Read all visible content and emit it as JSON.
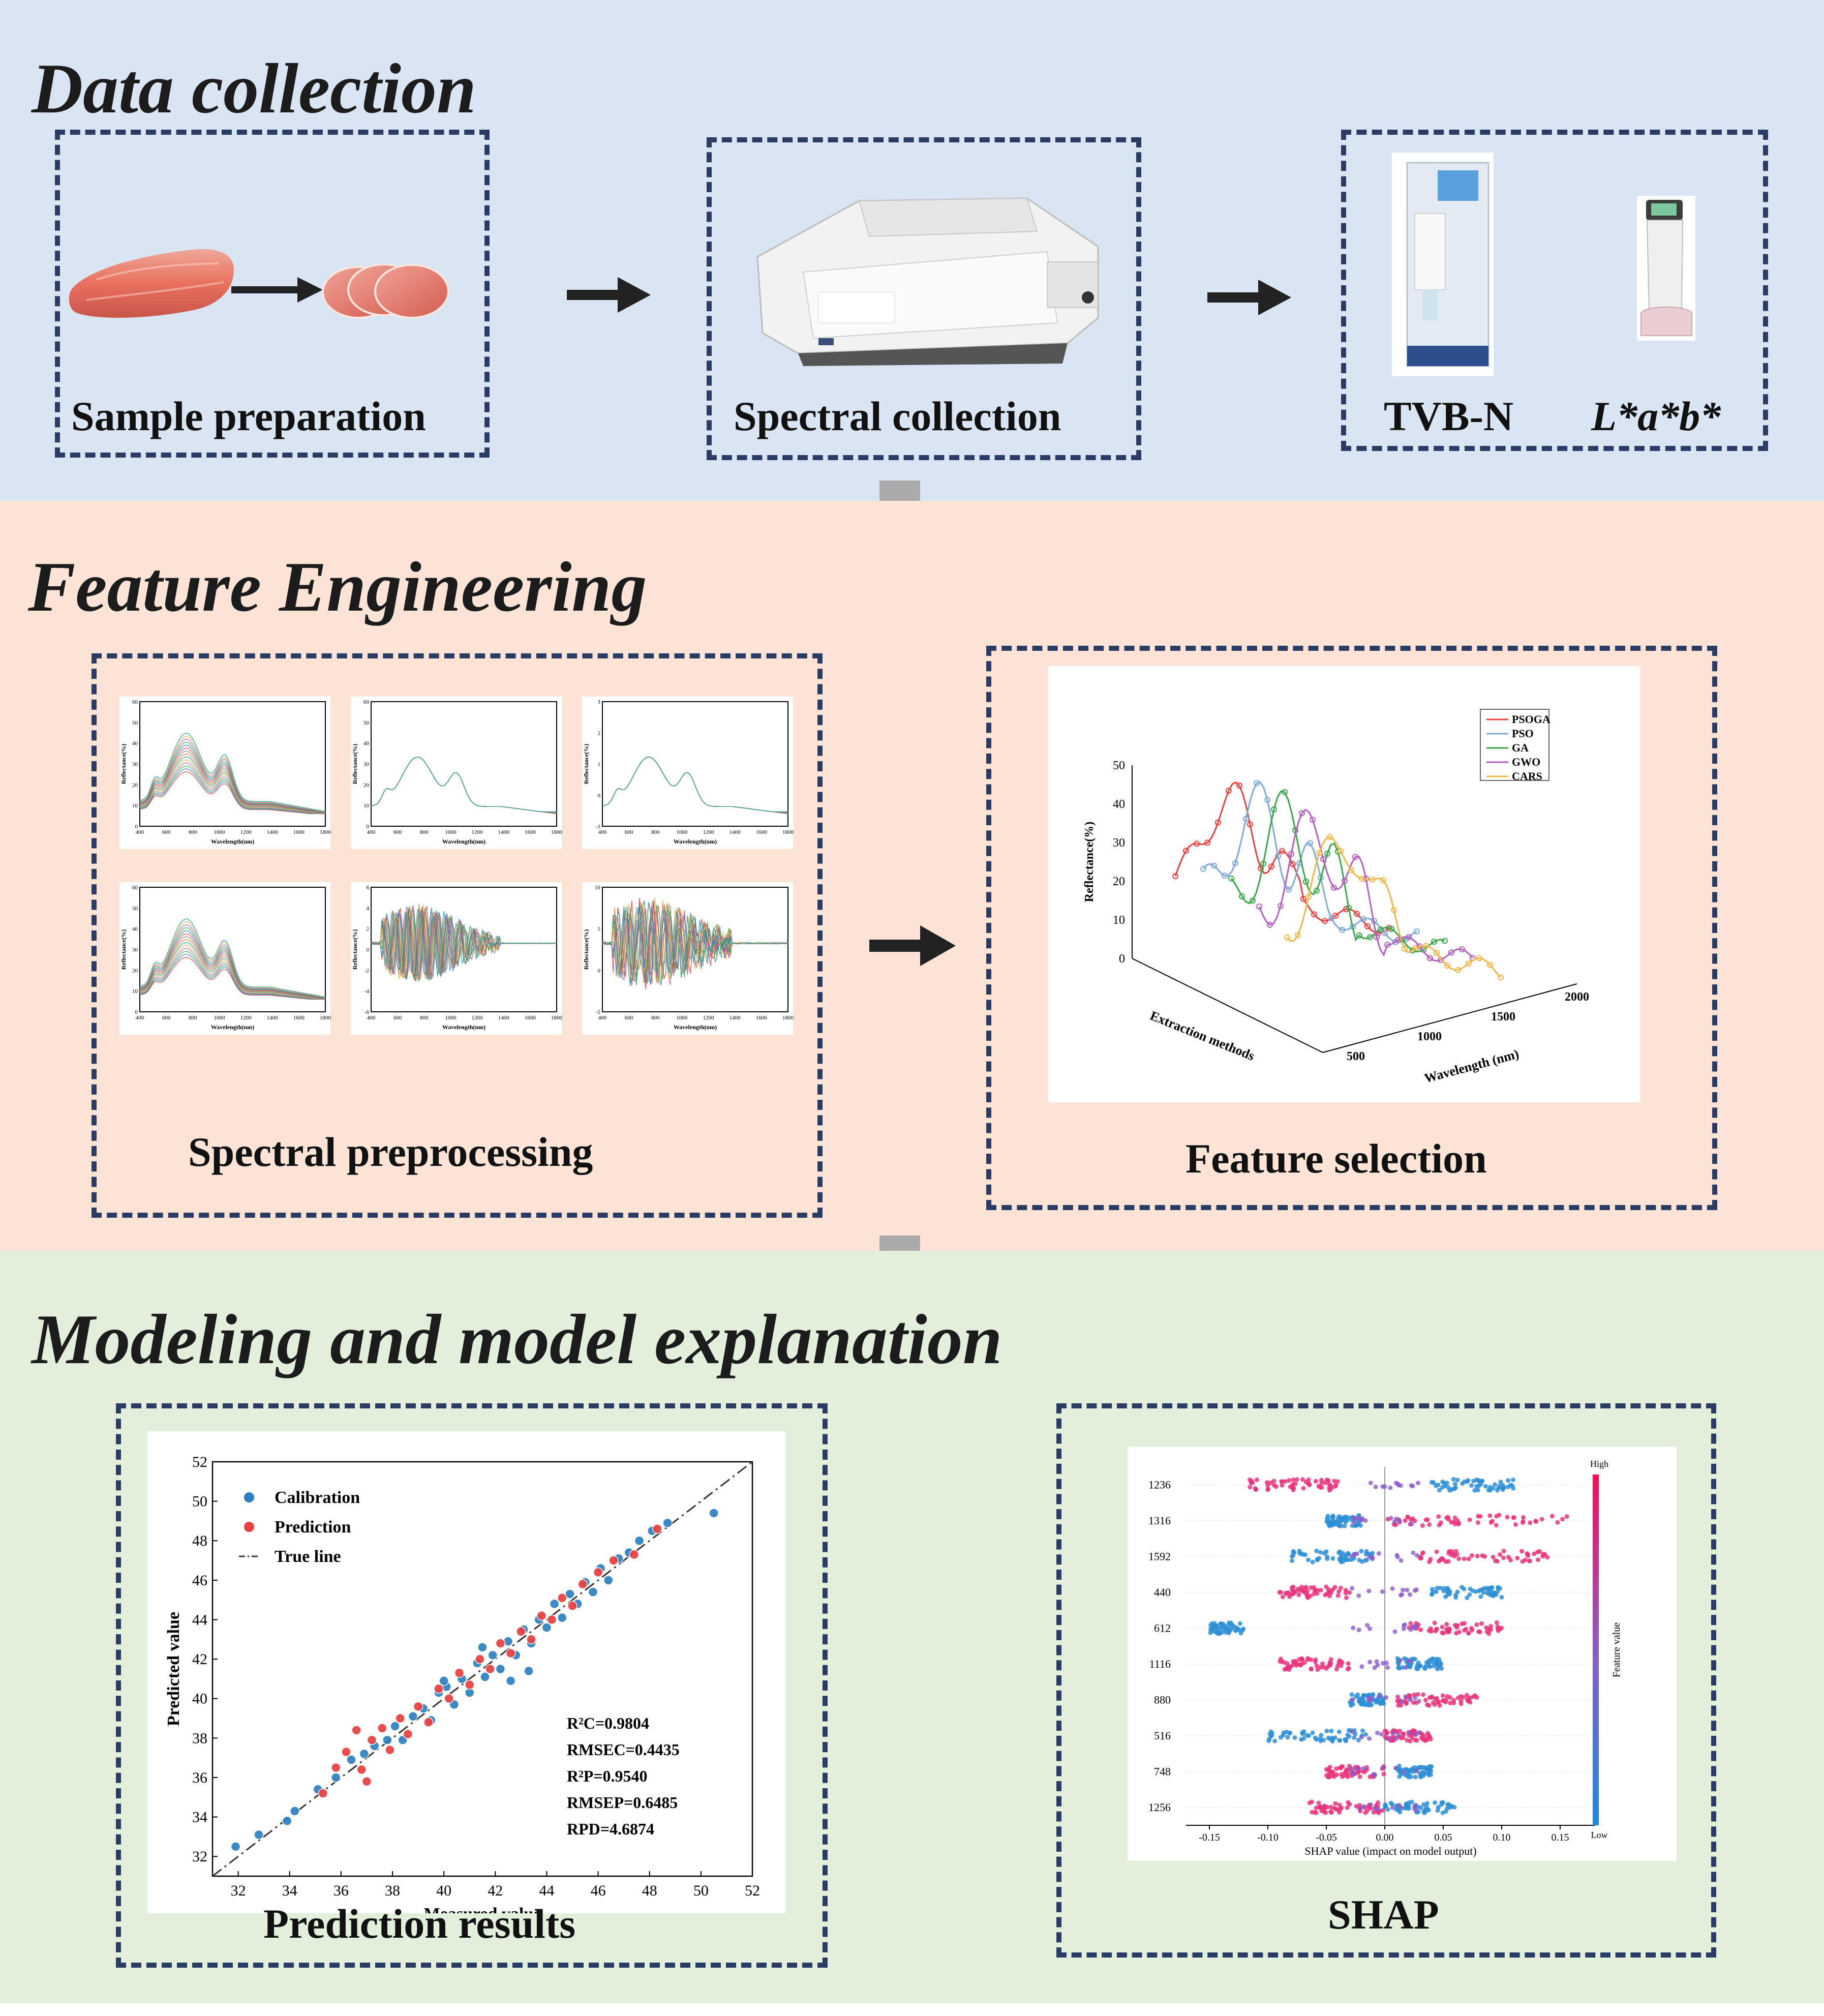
{
  "sections": {
    "data_collection": {
      "title": "Data collection",
      "boxes": {
        "sample": "Sample preparation",
        "spectral": "Spectral collection",
        "tvbn": "TVB-N",
        "lab": "L*a*b*"
      }
    },
    "feature_engineering": {
      "title": "Feature Engineering",
      "preprocessing_caption": "Spectral preprocessing",
      "selection_caption": "Feature selection"
    },
    "modeling": {
      "title": "Modeling and model explanation",
      "prediction_caption": "Prediction results",
      "shap_caption": "SHAP"
    }
  },
  "colors": {
    "band1": "#dae5f4",
    "band2": "#fbe3d6",
    "band3": "#e1efdb",
    "dash": "#2a3c63",
    "arrow_gray": "#aaaaaa",
    "calibration": "#2d7fc0",
    "prediction": "#e8403f"
  },
  "preprocessing_panels": {
    "ylabel": "Reflectance(%)",
    "xlabel": "Wavelength(nm)",
    "xticks": [
      "400",
      "600",
      "800",
      "1000",
      "1200",
      "1400",
      "1600",
      "1800"
    ],
    "panels": [
      {
        "yticks": [
          "0",
          "10",
          "20",
          "30",
          "40",
          "50",
          "60"
        ]
      },
      {
        "yticks": [
          "0",
          "10",
          "20",
          "30",
          "40",
          "50",
          "60"
        ]
      },
      {
        "yticks": [
          "-1",
          "0",
          "1",
          "2",
          "3"
        ]
      },
      {
        "yticks": [
          "0",
          "10",
          "20",
          "30",
          "40",
          "50",
          "60"
        ]
      },
      {
        "yticks": [
          "-6",
          "-4",
          "-2",
          "0",
          "2",
          "4",
          "6"
        ]
      },
      {
        "yticks": [
          "-5",
          "0",
          "5",
          "10"
        ]
      }
    ]
  },
  "feature_chart": {
    "legend": [
      "PSOGA",
      "PSO",
      "GA",
      "GWO",
      "CARS"
    ],
    "legend_colors": [
      "#e8403f",
      "#7ea8d8",
      "#3aa64a",
      "#b45fbf",
      "#f0b84a"
    ],
    "zlabel": "Reflectance(%)",
    "zticks": [
      "0",
      "10",
      "20",
      "30",
      "40",
      "50"
    ],
    "xlabel": "Wavelength (nm)",
    "xticks": [
      "500",
      "1000",
      "1500",
      "2000"
    ],
    "ylabel": "Extraction methods"
  },
  "chart_data": [
    {
      "type": "scatter",
      "xlabel": "Measured value",
      "ylabel": "Predicted value",
      "xlim": [
        31,
        52
      ],
      "ylim": [
        31,
        52
      ],
      "xticks": [
        "32",
        "34",
        "36",
        "38",
        "40",
        "42",
        "44",
        "46",
        "48",
        "50",
        "52"
      ],
      "yticks": [
        "32",
        "34",
        "36",
        "38",
        "40",
        "42",
        "44",
        "46",
        "48",
        "50",
        "52"
      ],
      "legend": [
        "Calibration",
        "Prediction",
        "True line"
      ],
      "series": [
        {
          "name": "Calibration",
          "points": [
            [
              31.9,
              32.5
            ],
            [
              32.8,
              33.1
            ],
            [
              33.9,
              33.8
            ],
            [
              34.2,
              34.3
            ],
            [
              35.1,
              35.4
            ],
            [
              35.8,
              36.0
            ],
            [
              36.4,
              36.9
            ],
            [
              36.9,
              37.2
            ],
            [
              37.3,
              37.6
            ],
            [
              37.8,
              37.9
            ],
            [
              38.1,
              38.6
            ],
            [
              38.4,
              37.9
            ],
            [
              38.8,
              39.1
            ],
            [
              39.2,
              39.5
            ],
            [
              39.5,
              38.9
            ],
            [
              39.8,
              40.3
            ],
            [
              40.1,
              40.6
            ],
            [
              40.4,
              39.7
            ],
            [
              40.7,
              41.0
            ],
            [
              41.0,
              40.3
            ],
            [
              41.3,
              41.8
            ],
            [
              41.6,
              41.1
            ],
            [
              41.9,
              42.2
            ],
            [
              42.2,
              41.5
            ],
            [
              42.5,
              42.9
            ],
            [
              42.8,
              42.2
            ],
            [
              43.1,
              43.5
            ],
            [
              43.4,
              42.8
            ],
            [
              43.7,
              44.0
            ],
            [
              44.0,
              43.6
            ],
            [
              44.3,
              44.8
            ],
            [
              44.6,
              44.1
            ],
            [
              44.9,
              45.3
            ],
            [
              45.2,
              44.8
            ],
            [
              45.5,
              45.9
            ],
            [
              45.8,
              45.4
            ],
            [
              46.1,
              46.6
            ],
            [
              46.4,
              46.0
            ],
            [
              46.8,
              47.1
            ],
            [
              47.2,
              47.4
            ],
            [
              47.6,
              48.0
            ],
            [
              48.1,
              48.5
            ],
            [
              48.7,
              48.9
            ],
            [
              50.5,
              49.4
            ],
            [
              42.6,
              40.9
            ],
            [
              43.3,
              41.4
            ],
            [
              41.5,
              42.6
            ],
            [
              40.0,
              40.9
            ]
          ]
        },
        {
          "name": "Prediction",
          "points": [
            [
              35.3,
              35.2
            ],
            [
              35.8,
              36.5
            ],
            [
              36.2,
              37.3
            ],
            [
              36.8,
              36.4
            ],
            [
              37.2,
              37.9
            ],
            [
              37.6,
              38.5
            ],
            [
              37.9,
              37.4
            ],
            [
              38.3,
              39.0
            ],
            [
              38.6,
              38.2
            ],
            [
              39.0,
              39.6
            ],
            [
              39.4,
              38.8
            ],
            [
              39.8,
              40.5
            ],
            [
              40.2,
              40.0
            ],
            [
              40.6,
              41.3
            ],
            [
              41.0,
              40.7
            ],
            [
              41.4,
              42.0
            ],
            [
              41.8,
              41.5
            ],
            [
              42.2,
              42.8
            ],
            [
              42.6,
              42.3
            ],
            [
              43.0,
              43.4
            ],
            [
              43.4,
              43.0
            ],
            [
              43.8,
              44.2
            ],
            [
              44.2,
              44.0
            ],
            [
              44.6,
              45.1
            ],
            [
              45.0,
              44.7
            ],
            [
              45.4,
              45.8
            ],
            [
              46.0,
              46.4
            ],
            [
              46.6,
              47.0
            ],
            [
              47.4,
              47.3
            ],
            [
              48.3,
              48.6
            ],
            [
              36.6,
              38.4
            ],
            [
              37.0,
              35.8
            ]
          ]
        }
      ],
      "true_line": [
        [
          31,
          31
        ],
        [
          52,
          52
        ]
      ],
      "stats": [
        "R²C=0.9804",
        "RMSEC=0.4435",
        "R²P=0.9540",
        "RMSEP=0.6485",
        "RPD=4.6874"
      ]
    },
    {
      "type": "scatter",
      "xlabel": "SHAP value (impact on model output)",
      "xlim": [
        -0.17,
        0.18
      ],
      "xticks": [
        "-0.15",
        "-0.10",
        "-0.05",
        "0.00",
        "0.05",
        "0.10",
        "0.15"
      ],
      "categories": [
        "1236",
        "1316",
        "1592",
        "440",
        "612",
        "1116",
        "880",
        "516",
        "748",
        "1256"
      ],
      "colorbar": {
        "label": "Feature value",
        "high": "High",
        "low": "Low"
      },
      "rows": [
        {
          "feature": "1236",
          "low_range": [
            0.04,
            0.11
          ],
          "high_range": [
            -0.12,
            -0.04
          ]
        },
        {
          "feature": "1316",
          "low_range": [
            -0.05,
            -0.02
          ],
          "high_range": [
            0.0,
            0.16
          ]
        },
        {
          "feature": "1592",
          "low_range": [
            -0.08,
            -0.01
          ],
          "high_range": [
            0.03,
            0.14
          ]
        },
        {
          "feature": "440",
          "low_range": [
            0.04,
            0.1
          ],
          "high_range": [
            -0.09,
            -0.03
          ]
        },
        {
          "feature": "612",
          "low_range": [
            -0.15,
            -0.12
          ],
          "high_range": [
            0.02,
            0.1
          ]
        },
        {
          "feature": "1116",
          "low_range": [
            0.01,
            0.05
          ],
          "high_range": [
            -0.09,
            -0.03
          ]
        },
        {
          "feature": "880",
          "low_range": [
            -0.03,
            0.0
          ],
          "high_range": [
            0.01,
            0.08
          ]
        },
        {
          "feature": "516",
          "low_range": [
            -0.1,
            -0.01
          ],
          "high_range": [
            0.0,
            0.04
          ]
        },
        {
          "feature": "748",
          "low_range": [
            0.01,
            0.04
          ],
          "high_range": [
            -0.05,
            0.0
          ]
        },
        {
          "feature": "1256",
          "low_range": [
            0.0,
            0.06
          ],
          "high_range": [
            -0.07,
            0.0
          ]
        }
      ]
    }
  ]
}
